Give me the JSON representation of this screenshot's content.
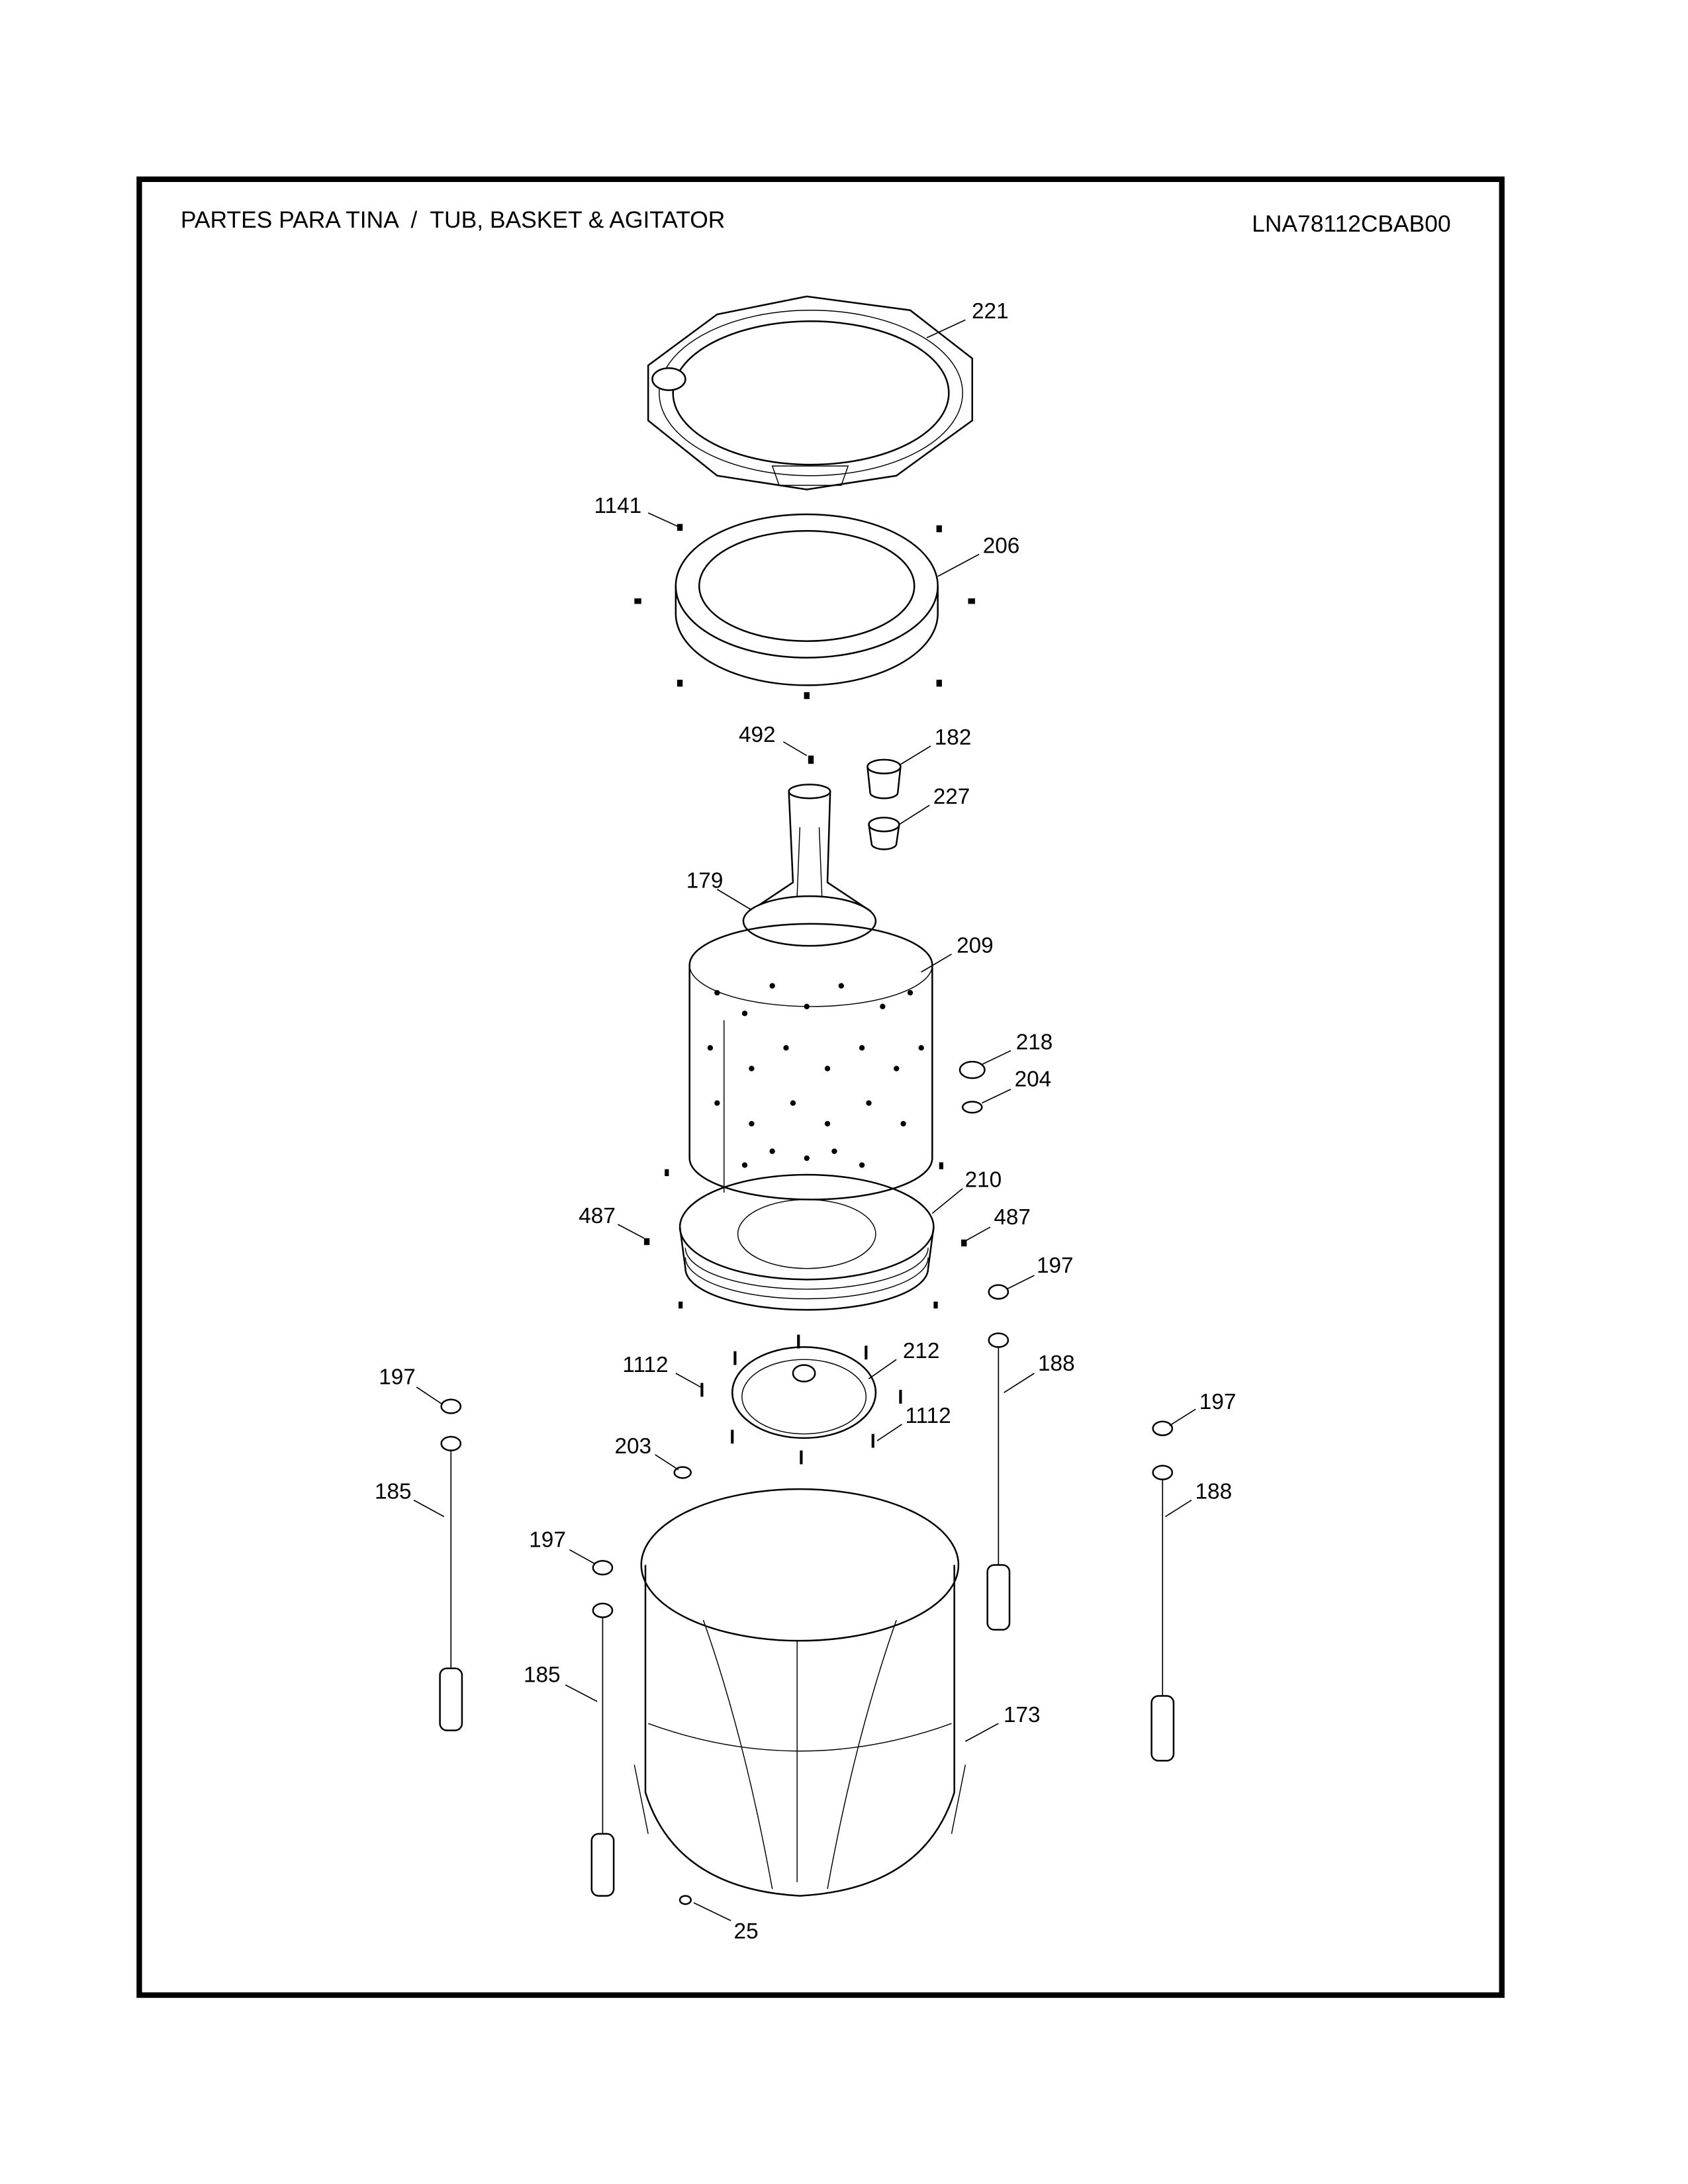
{
  "header": {
    "title": "PARTES PARA TINA  /  TUB, BASKET & AGITATOR",
    "model": "LNA78112CBAB00"
  },
  "callouts": [
    "221",
    "1141",
    "206",
    "492",
    "182",
    "227",
    "179",
    "209",
    "218",
    "204",
    "210",
    "487",
    "487",
    "197",
    "1112",
    "212",
    "188",
    "197",
    "197",
    "1112",
    "203",
    "185",
    "188",
    "197",
    "185",
    "173",
    "25"
  ]
}
